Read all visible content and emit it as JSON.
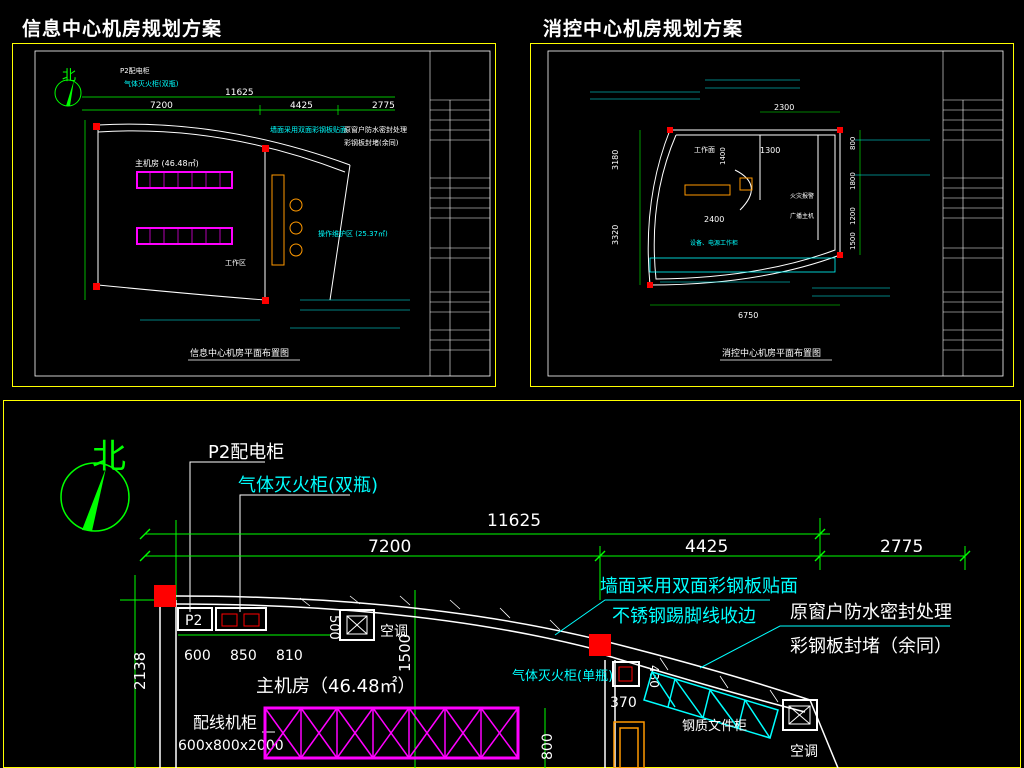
{
  "panels": {
    "left_title": "信息中心机房规划方案",
    "right_title": "消控中心机房规划方案"
  },
  "thumb_left": {
    "plan_title": "信息中心机房平面布置图",
    "north": "北",
    "dims": {
      "total": "11625",
      "seg1": "7200",
      "seg2": "4425",
      "seg3": "2775"
    },
    "labels": {
      "p2": "P2配电柜",
      "gas": "气体灭火柜(双瓶)",
      "room": "主机房 (46.48㎡)",
      "wall": "墙面采用双面彩钢板贴面",
      "window": "原窗户防水密封处理",
      "steel": "彩钢板封堵(余同)",
      "work": "工作区",
      "ups": "操作维护区 (25.37㎡)"
    }
  },
  "thumb_right": {
    "plan_title": "消控中心机房平面布置图",
    "dims": {
      "d2300": "2300",
      "d1300": "1300",
      "d2400": "2400",
      "d6750": "6750",
      "d3180": "3180",
      "d3320": "3320",
      "d800": "800",
      "d1800": "1800",
      "d1200": "1200",
      "d1500": "1500",
      "d1400": "1400"
    },
    "labels": {
      "work": "工作面",
      "console": "广播主机",
      "fire": "火灾报警",
      "inside": "设备、电源工作柜"
    }
  },
  "detail": {
    "north": "北",
    "p2_cabinet": "P2配电柜",
    "gas_cabinet_double": "气体灭火柜(双瓶)",
    "dim_total": "11625",
    "dim_1": "7200",
    "dim_2": "4425",
    "dim_3": "2775",
    "wall_note_1": "墙面采用双面彩钢板贴面",
    "wall_note_2": "不锈钢踢脚线收边",
    "window_note_1": "原窗户防水密封处理",
    "window_note_2": "彩钢板封堵（余同）",
    "p2_box": "P2",
    "ac_1": "空调",
    "ac_2": "空调",
    "dim_600": "600",
    "dim_850": "850",
    "dim_810": "810",
    "dim_500": "500",
    "dim_1500": "1500",
    "dim_2138": "2138",
    "dim_800": "800",
    "dim_370": "370",
    "dim_430": "430",
    "gas_cabinet_single": "气体灭火柜(单瓶)",
    "main_room": "主机房（46.48㎡）",
    "rack_label": "配线机柜",
    "rack_size": "600x800x2000",
    "steel_cabinet": "钢质文件柜"
  },
  "colors": {
    "yellow": "#ffff00",
    "white": "#ffffff",
    "cyan": "#00ffff",
    "green": "#00ff00",
    "magenta": "#ff00ff",
    "red": "#ff0000"
  }
}
